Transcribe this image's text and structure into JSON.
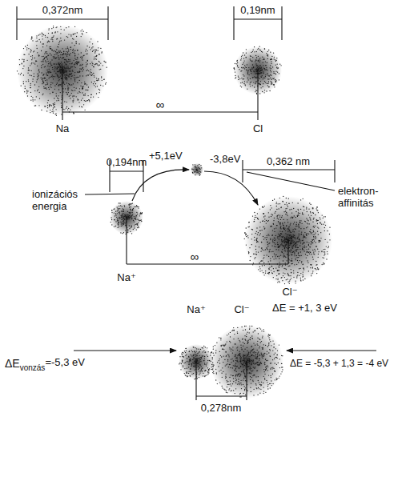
{
  "diagram": {
    "labels": [
      "0,372nm",
      "0,19nm",
      "∞",
      "Na",
      "Cl",
      "0,194nm",
      "ionizációs energia",
      "+5,1eV",
      "-3,8eV",
      "0,362 nm",
      "elektron- affinitás",
      "∞",
      "Na⁺",
      "Cl⁻",
      "ΔE = +1, 3 eV",
      "Na⁺",
      "Cl⁻",
      "ΔE",
      "vonzás",
      "=-5,3 eV",
      "ΔE = -5,3 + 1,3 = -4 eV",
      "0,278nm"
    ]
  }
}
